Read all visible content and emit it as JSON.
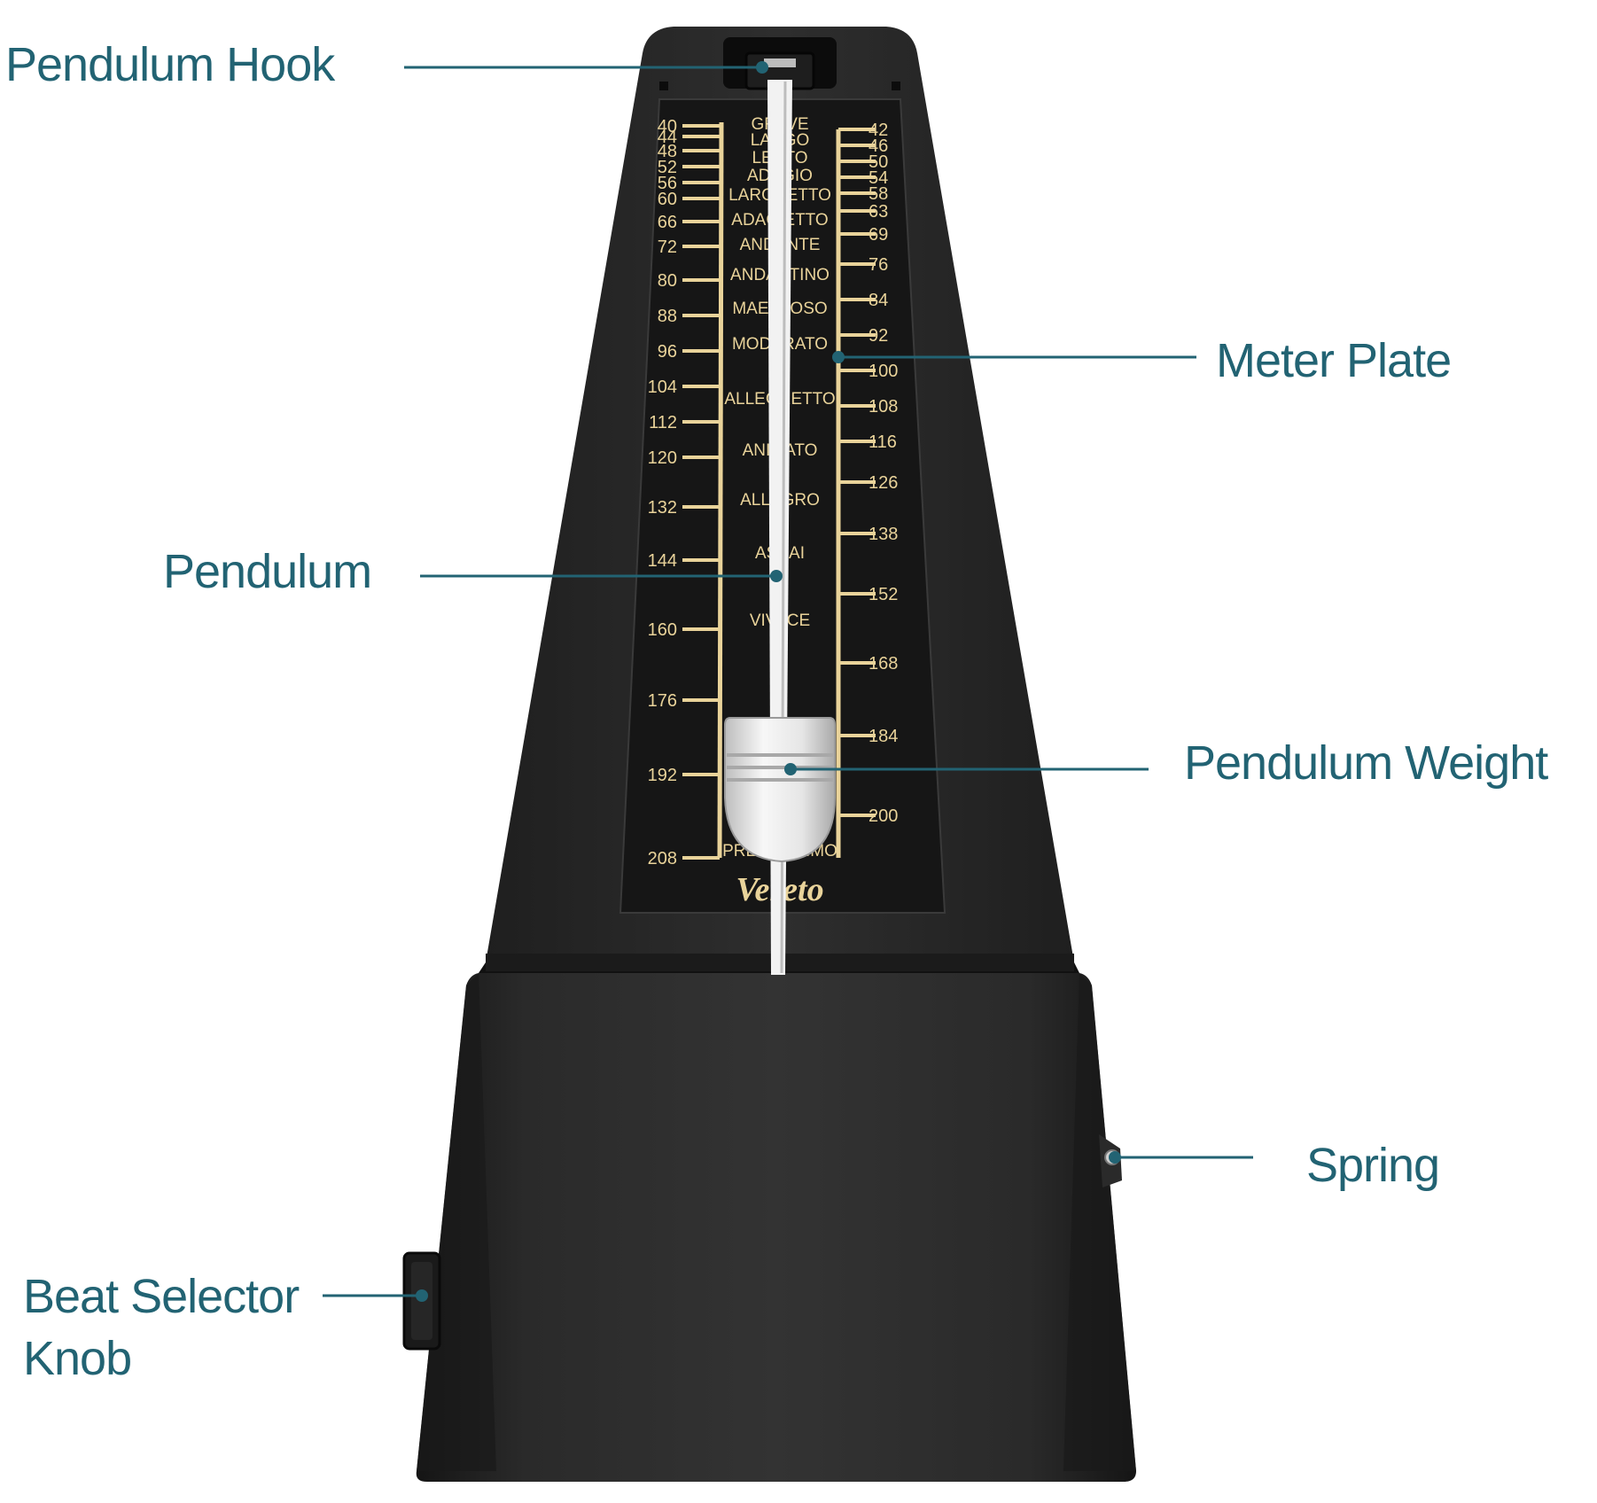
{
  "colors": {
    "callout": "#226373",
    "body": "#2b2b2b",
    "body_dark": "#1c1c1c",
    "base": "#252525",
    "plate": "#1a1a1a",
    "scale_gold": "#e9d39a",
    "pendulum": "#f3f3f3",
    "weight": "#e8e8e8"
  },
  "callouts": {
    "pendulum_hook": "Pendulum Hook",
    "meter_plate": "Meter Plate",
    "pendulum": "Pendulum",
    "pendulum_weight": "Pendulum Weight",
    "spring": "Spring",
    "beat_selector_knob": "Beat Selector Knob"
  },
  "brand": "Vereto",
  "scale": {
    "left_ticks": [
      "40",
      "44",
      "48",
      "52",
      "56",
      "60",
      "66",
      "72",
      "80",
      "88",
      "96",
      "104",
      "112",
      "120",
      "132",
      "144",
      "160",
      "176",
      "192",
      "208"
    ],
    "right_ticks": [
      "42",
      "46",
      "50",
      "54",
      "58",
      "63",
      "69",
      "76",
      "84",
      "92",
      "100",
      "108",
      "116",
      "126",
      "138",
      "152",
      "168",
      "184",
      "200"
    ],
    "tempo_markings": [
      "GRAVE",
      "LARGO",
      "LENTO",
      "ADAGIO",
      "LARGHETTO",
      "ADAGIETTO",
      "ANDANTE",
      "ANDANTINO",
      "MAESTOSO",
      "MODERATO",
      "ALLEGRETTO",
      "ANIMATO",
      "ALLEGRO",
      "ASSAI",
      "VIVACE",
      "PRESTISSIMO"
    ]
  }
}
